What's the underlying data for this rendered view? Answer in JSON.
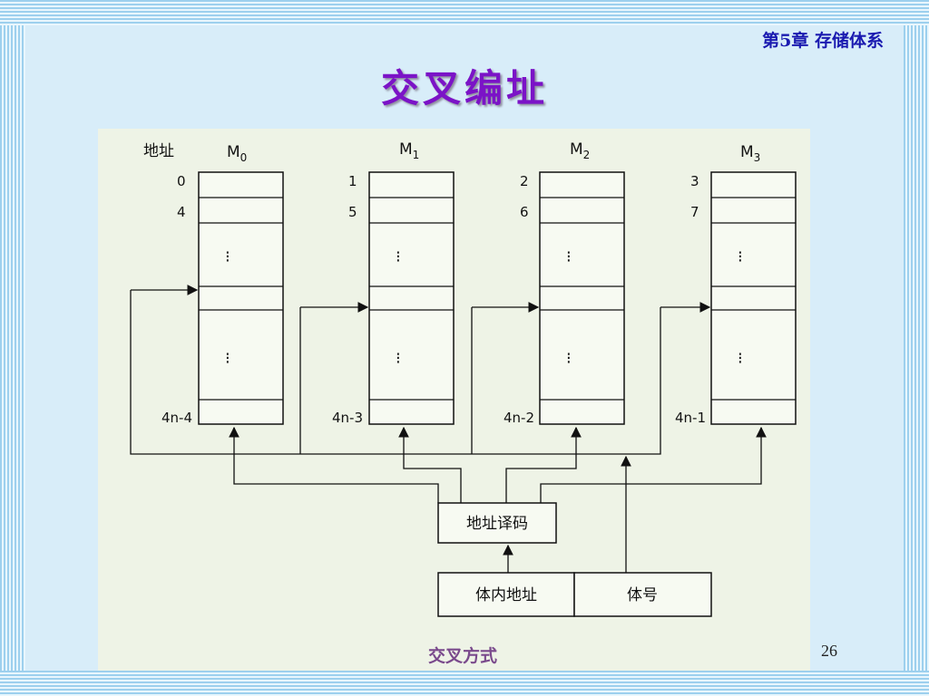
{
  "slide": {
    "chapter": "第5章 存储体系",
    "title": "交叉编址",
    "page_number": "26",
    "caption": "交叉方式"
  },
  "diagram": {
    "address_header": "地址",
    "banks": [
      {
        "name": "M",
        "sub": "0",
        "addresses": [
          "0",
          "4",
          "4n-4"
        ]
      },
      {
        "name": "M",
        "sub": "1",
        "addresses": [
          "1",
          "5",
          "4n-3"
        ]
      },
      {
        "name": "M",
        "sub": "2",
        "addresses": [
          "2",
          "6",
          "4n-2"
        ]
      },
      {
        "name": "M",
        "sub": "3",
        "addresses": [
          "3",
          "7",
          "4n-1"
        ]
      }
    ],
    "decoder_label": "地址译码",
    "inner_address_label": "体内地址",
    "bank_number_label": "体号"
  },
  "colors": {
    "title": "#7b13c7",
    "chapter": "#1a1ab0",
    "lines": "#111111"
  }
}
